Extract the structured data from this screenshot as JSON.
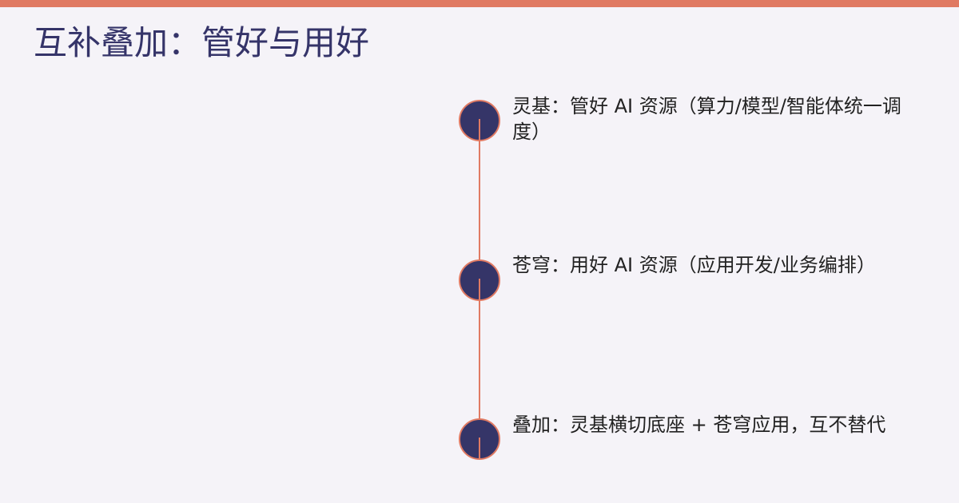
{
  "slide": {
    "title": "互补叠加：管好与用好",
    "items": [
      {
        "text": "灵基：管好 AI 资源（算力/模型/智能体统一调度）"
      },
      {
        "text": "苍穹：用好 AI 资源（应用开发/业务编排）"
      },
      {
        "text": "叠加：灵基横切底座 + 苍穹应用，互不替代"
      }
    ]
  },
  "colors": {
    "accent": "#e07a63",
    "node": "#353568",
    "title": "#353469",
    "background": "#f5f3f8"
  }
}
